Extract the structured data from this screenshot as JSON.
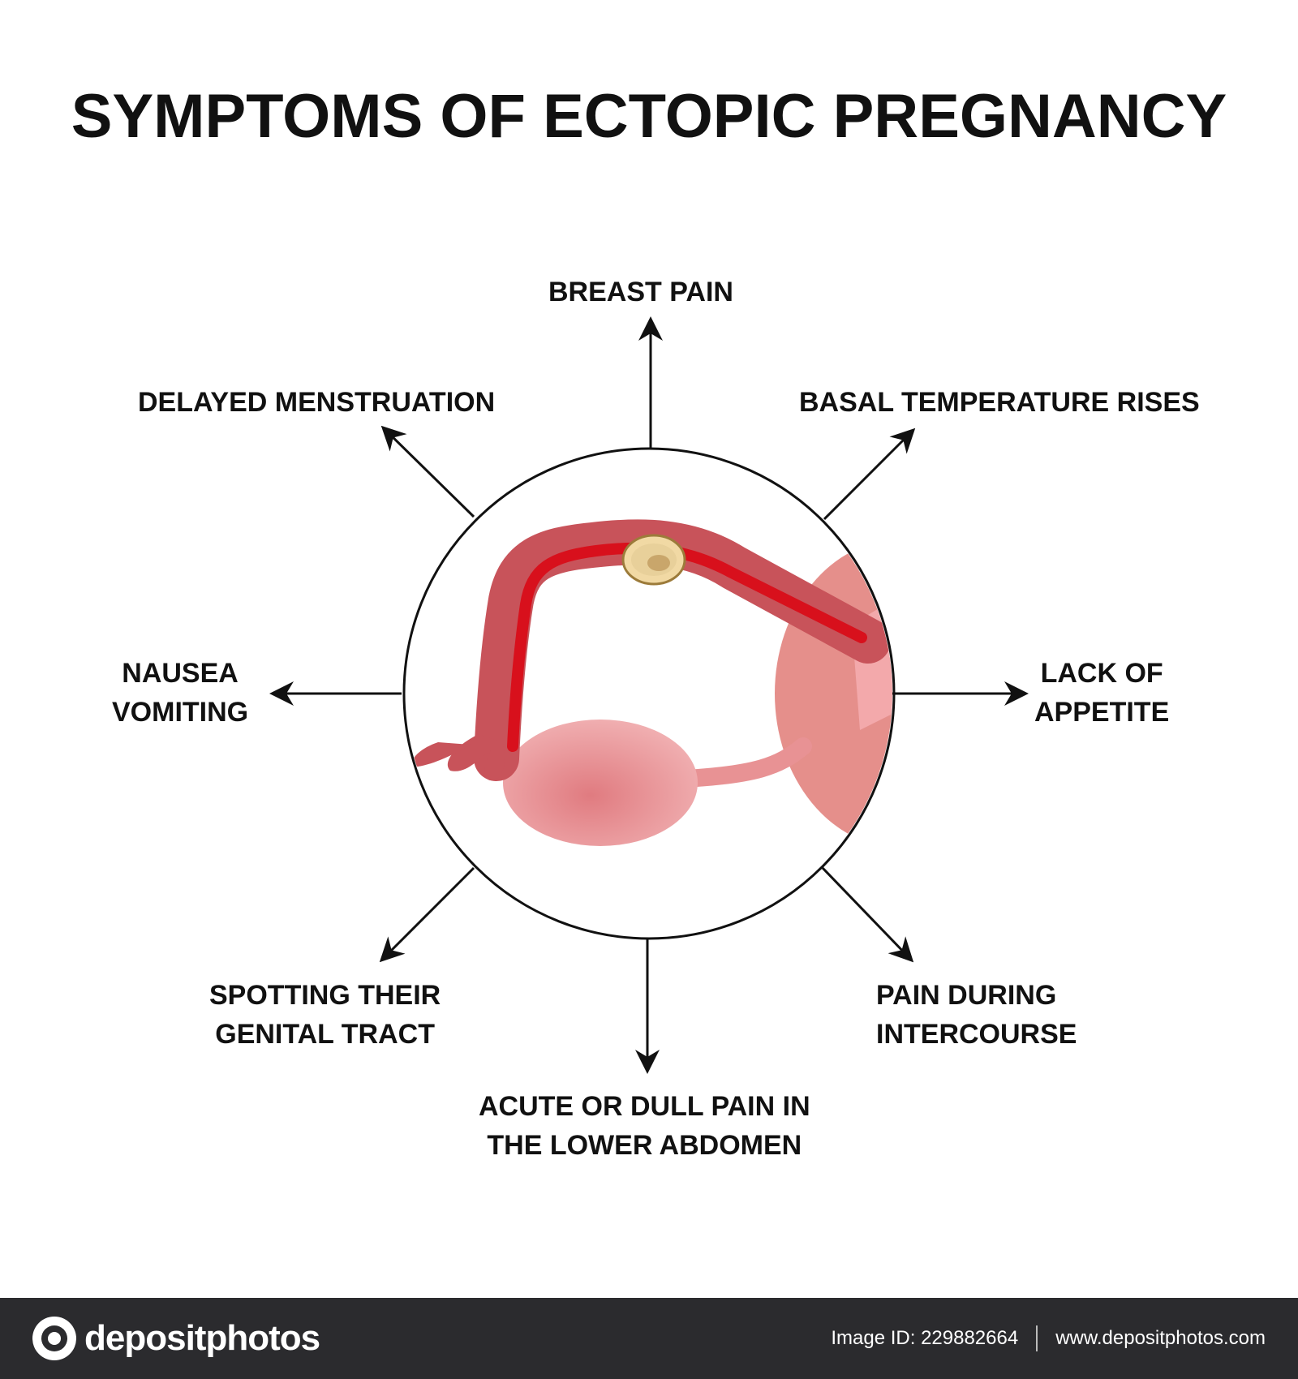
{
  "title": "SYMPTOMS OF ECTOPIC PREGNANCY",
  "symptoms": {
    "breast_pain": [
      "BREAST PAIN"
    ],
    "basal_temperature": [
      "BASAL TEMPERATURE RISES"
    ],
    "lack_of_appetite": [
      "LACK OF",
      "APPETITE"
    ],
    "pain_intercourse": [
      "PAIN DURING",
      "INTERCOURSE"
    ],
    "abdomen_pain": [
      "ACUTE OR DULL PAIN IN",
      "THE LOWER ABDOMEN"
    ],
    "spotting": [
      "SPOTTING THEIR",
      "GENITAL TRACT"
    ],
    "nausea": [
      "NAUSEA",
      "VOMITING"
    ],
    "delayed_menstruation": [
      "DELAYED MENSTRUATION"
    ]
  },
  "footer": {
    "logo_text": "depositphotos",
    "image_id": "Image ID: 229882664",
    "site": "www.depositphotos.com"
  },
  "colors": {
    "tube_outer": "#c8535a",
    "tube_inner": "#d8101c",
    "ovary": "#eaa0a2",
    "uterus": "#e58f8b",
    "embryo": "#e8d09a",
    "footer_bg": "#2b2b2e"
  },
  "icons": [
    "arrow-icon",
    "depositphotos-logo-icon"
  ]
}
